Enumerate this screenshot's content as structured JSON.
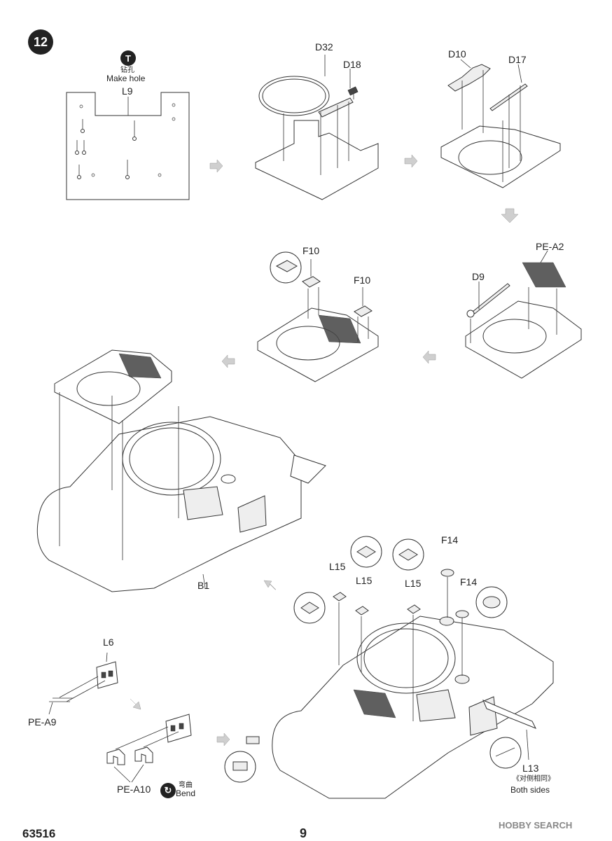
{
  "step": {
    "number": "12"
  },
  "callouts": {
    "drill": {
      "icon": "drill-icon",
      "cn": "钻孔",
      "en": "Make hole"
    },
    "bend": {
      "icon": "bend-icon",
      "cn": "弯曲",
      "en": "Bend"
    },
    "both_sides": {
      "cn": "《对侧相同》",
      "en": "Both sides"
    }
  },
  "parts": {
    "L9": "L9",
    "D32": "D32",
    "D18": "D18",
    "D10": "D10",
    "D17": "D17",
    "PE_A2": "PE-A2",
    "D9": "D9",
    "F10_a": "F10",
    "F10_b": "F10",
    "B1": "B1",
    "L15_a": "L15",
    "L15_b": "L15",
    "L15_c": "L15",
    "F14_a": "F14",
    "F14_b": "F14",
    "L6": "L6",
    "PE_A9": "PE-A9",
    "PE_A10": "PE-A10",
    "L13": "L13"
  },
  "footer": {
    "kit_code": "63516",
    "page": "9",
    "watermark": "HOBBY SEARCH"
  }
}
